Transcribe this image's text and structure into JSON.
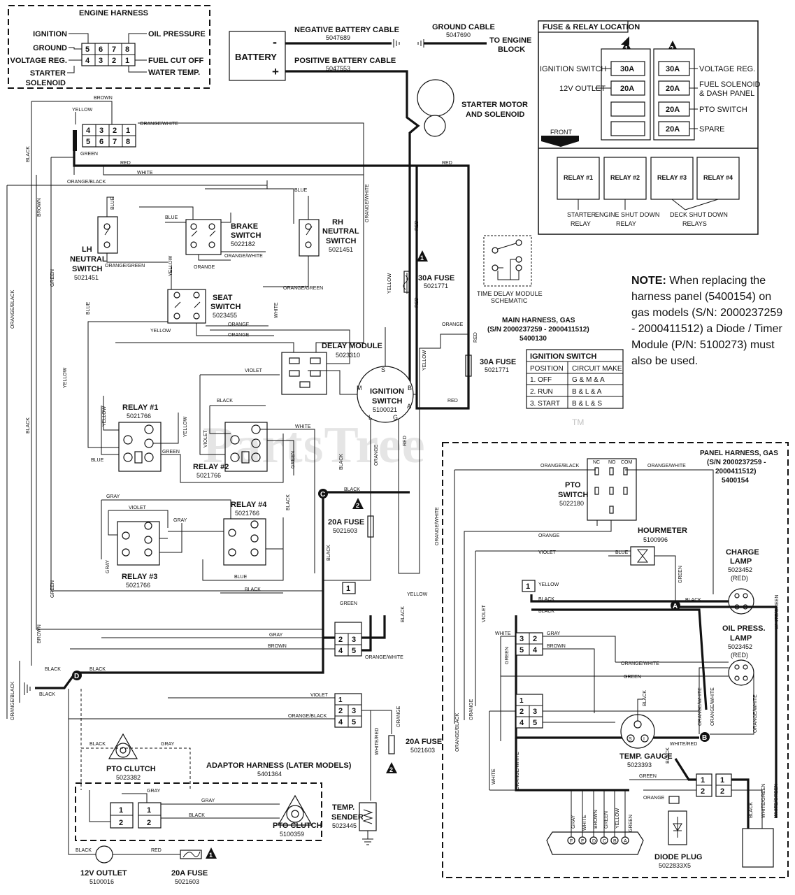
{
  "engine_harness": {
    "title": "ENGINE HARNESS",
    "left_labels": [
      "IGNITION",
      "GROUND",
      "VOLTAGE REG.",
      "STARTER",
      "SOLENOID"
    ],
    "right_labels": [
      "OIL PRESSURE",
      "FUEL CUT OFF",
      "WATER TEMP."
    ],
    "pins_top": [
      "5",
      "6",
      "7",
      "8"
    ],
    "pins_bottom": [
      "4",
      "3",
      "2",
      "1"
    ]
  },
  "battery": {
    "label": "BATTERY",
    "neg": "-",
    "pos": "+",
    "neg_cable": "NEGATIVE BATTERY CABLE",
    "neg_cable_pn": "5047689",
    "pos_cable": "POSITIVE BATTERY CABLE",
    "pos_cable_pn": "5047553",
    "ground_cable": "GROUND CABLE",
    "ground_cable_pn": "5047690",
    "to_engine": "TO ENGINE",
    "block": "BLOCK"
  },
  "starter": {
    "line1": "STARTER MOTOR",
    "line2": "AND SOLENOID"
  },
  "fuse_relay": {
    "title": "FUSE & RELAY LOCATION",
    "badge1": "1",
    "badge2": "2",
    "left_fuses": [
      {
        "label": "IGNITION SWITCH",
        "value": "30A"
      },
      {
        "label": "12V OUTLET",
        "value": "20A"
      }
    ],
    "right_fuses": [
      {
        "label": "VOLTAGE REG.",
        "value": "30A"
      },
      {
        "label": "FUEL SOLENOID",
        "label2": "& DASH PANEL",
        "value": "20A"
      },
      {
        "label": "PTO SWITCH",
        "value": "20A"
      },
      {
        "label": "SPARE",
        "value": "20A"
      }
    ],
    "front": "FRONT",
    "relays": [
      "RELAY #1",
      "RELAY #2",
      "RELAY #3",
      "RELAY #4"
    ],
    "relay_captions": [
      "STARTER",
      "RELAY",
      "ENGINE SHUT DOWN",
      "RELAY",
      "DECK SHUT DOWN",
      "RELAYS"
    ]
  },
  "note": {
    "bold": "NOTE:",
    "text": "When replacing the harness panel (5400154) on gas models (S/N: 2000237259 - 2000411512) a Diode / Timer Module (P/N: 5100273) must also be used."
  },
  "time_delay": {
    "line1": "TIME DELAY MODULE",
    "line2": "SCHEMATIC"
  },
  "main_harness": {
    "line1": "MAIN HARNESS, GAS",
    "line2": "(S/N 2000237259 - 2000411512)",
    "line3": "5400130"
  },
  "ignition_table": {
    "title": "IGNITION SWITCH",
    "headers": [
      "POSITION",
      "CIRCUIT MAKE"
    ],
    "rows": [
      [
        "1. OFF",
        "G & M & A"
      ],
      [
        "2. RUN",
        "B & L & A"
      ],
      [
        "3. START",
        "B & L & S"
      ]
    ]
  },
  "components": {
    "lh_neutral": [
      "LH",
      "NEUTRAL",
      "SWITCH",
      "5021451"
    ],
    "brake": [
      "BRAKE",
      "SWITCH",
      "5022182"
    ],
    "rh_neutral": [
      "RH",
      "NEUTRAL",
      "SWITCH",
      "5021451"
    ],
    "seat": [
      "SEAT",
      "SWITCH",
      "5023455"
    ],
    "delay": [
      "DELAY MODULE",
      "5023310"
    ],
    "ignition": [
      "IGNITION",
      "SWITCH",
      "5100021"
    ],
    "fuse30a_1": [
      "30A FUSE",
      "5021771"
    ],
    "fuse30a_2": [
      "30A FUSE",
      "5021771"
    ],
    "fuse20a_main": [
      "20A FUSE",
      "5021603"
    ],
    "relay1": [
      "RELAY #1",
      "5021766"
    ],
    "relay2": [
      "RELAY #2",
      "5021766"
    ],
    "relay3": [
      "RELAY #3",
      "5021766"
    ],
    "relay4": [
      "RELAY #4",
      "5021766"
    ],
    "pto_clutch_1": [
      "PTO CLUTCH",
      "5023382"
    ],
    "adaptor": [
      "ADAPTOR HARNESS (LATER MODELS)",
      "5401364"
    ],
    "pto_clutch_2": [
      "PTO CLUTCH",
      "5100359"
    ],
    "temp_sender": [
      "TEMP.",
      "SENDER",
      "5023445"
    ],
    "fuse20a_lower": [
      "20A FUSE",
      "5021603"
    ],
    "outlet": [
      "12V OUTLET",
      "5100016"
    ],
    "fuse20a_outlet": [
      "20A FUSE",
      "5021603"
    ]
  },
  "panel_harness": {
    "line1": "PANEL HARNESS, GAS",
    "line2": "(S/N 2000237259 -",
    "line3": "2000411512)",
    "line4": "5400154",
    "pto_switch": [
      "PTO",
      "SWITCH",
      "5022180"
    ],
    "pto_pins": [
      "NC",
      "NO",
      "COM"
    ],
    "hourmeter": [
      "HOURMETER",
      "5100996"
    ],
    "charge_lamp": [
      "CHARGE",
      "LAMP",
      "5023452",
      "(RED)"
    ],
    "oil_lamp": [
      "OIL PRESS.",
      "LAMP",
      "5023452",
      "(RED)"
    ],
    "temp_gauge": [
      "TEMP. GAUGE",
      "5023393"
    ],
    "diode": [
      "DIODE PLUG",
      "5022833X5"
    ],
    "regulator_pins": [
      "F",
      "E",
      "D",
      "C",
      "B",
      "A"
    ]
  },
  "wire_labels": {
    "brown": "BROWN",
    "yellow": "YELLOW",
    "orange_white": "ORANGE/WHITE",
    "green": "GREEN",
    "red": "RED",
    "white": "WHITE",
    "orange_black": "ORANGE/BLACK",
    "blue": "BLUE",
    "black": "BLACK",
    "orange_green": "ORANGE/GREEN",
    "orange": "ORANGE",
    "violet": "VIOLET",
    "gray": "GRAY",
    "white_red": "WHITE/RED",
    "white_green": "WHITE/GREEN"
  },
  "nodes": [
    "A",
    "B",
    "C",
    "D"
  ],
  "watermark": "PartsTree",
  "tm": "TM"
}
